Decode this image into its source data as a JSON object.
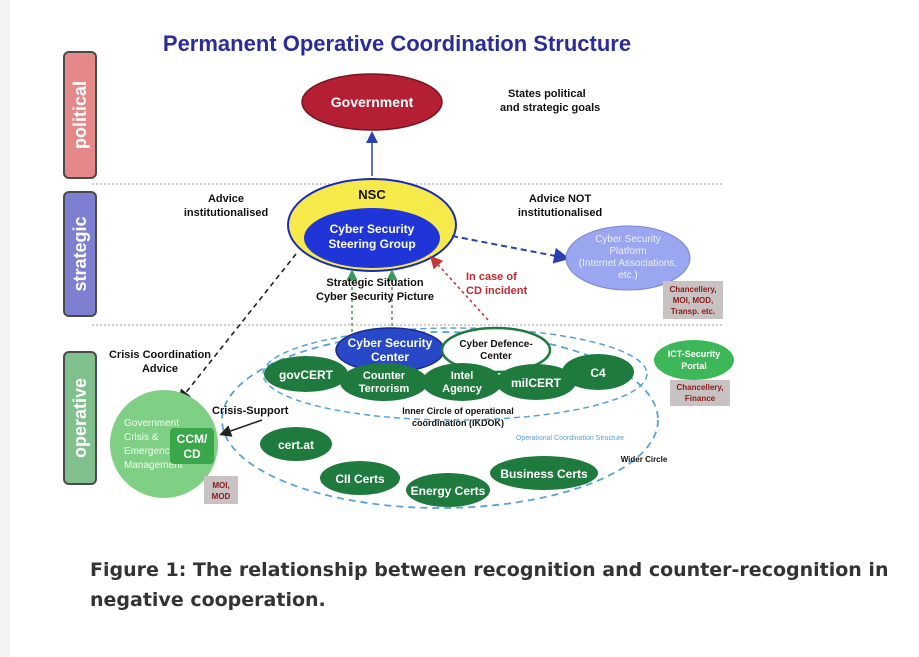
{
  "diagram": {
    "title": "Permanent Operative Coordination Structure",
    "levels": {
      "political": "political",
      "strategic": "strategic",
      "operative": "operative"
    },
    "government": "Government",
    "gov_goals": [
      "States political",
      "and strategic goals"
    ],
    "nsc": "NSC",
    "steering": [
      "Cyber Security",
      "Steering Group"
    ],
    "advice_inst": [
      "Advice",
      "institutionalised"
    ],
    "advice_not": [
      "Advice NOT",
      "institutionalised"
    ],
    "platform": [
      "Cyber Security",
      "Platform",
      "(Internet Associations,",
      "etc.)"
    ],
    "tag_platform": [
      "Chancellery,",
      "MOI, MOD,",
      "Transp. etc."
    ],
    "incident": [
      "In case of",
      "CD incident"
    ],
    "situation": [
      "Strategic Situation",
      "Cyber Security Picture"
    ],
    "crisis_advice": [
      "Crisis Coordination",
      "Advice"
    ],
    "crisis_support": "Crisis-Support",
    "csc": [
      "Cyber Security",
      "Center"
    ],
    "cdc": [
      "Cyber Defence-",
      "Center"
    ],
    "govcert": "govCERT",
    "counter": [
      "Counter",
      "Terrorism"
    ],
    "intel": [
      "Intel",
      "Agency"
    ],
    "milcert": "milCERT",
    "c4": "C4",
    "ict": [
      "ICT-Security",
      "Portal"
    ],
    "tag_ict": [
      "Chancellery,",
      "Finance"
    ],
    "inner": [
      "Inner Circle of operational",
      "coordination (IKDOK)"
    ],
    "ops_structure": "Operational Coordination Structure",
    "wider": "Wider Circle",
    "gov_crisis": [
      "Government",
      "Crisis &",
      "Emergency",
      "Management"
    ],
    "ccm": [
      "CCM/",
      "CD"
    ],
    "tag_ccm": [
      "MOI,",
      "MOD"
    ],
    "certat": "cert.at",
    "cii": "CII Certs",
    "energy": "Energy Certs",
    "business": "Business Certs"
  },
  "caption": "Figure 1: The relationship between recognition and counter-recognition in negative cooperation."
}
